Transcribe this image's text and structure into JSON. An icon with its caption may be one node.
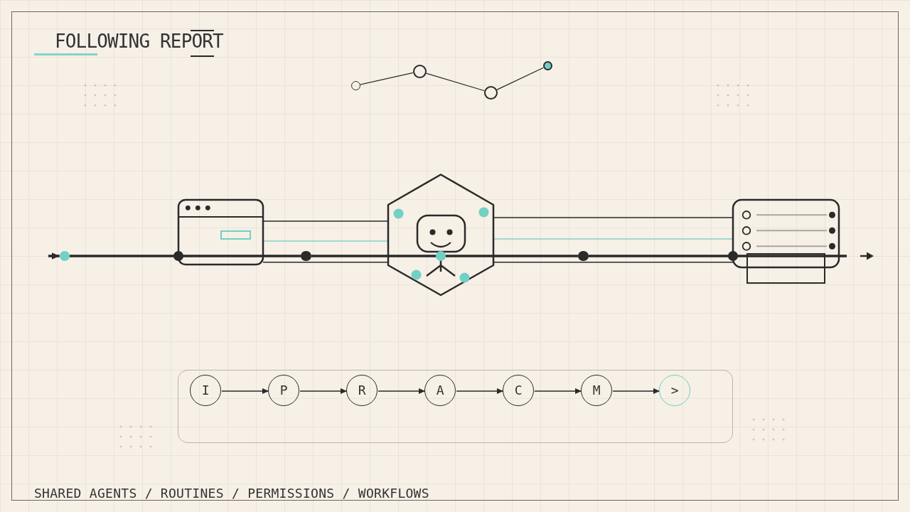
{
  "diagram": {
    "title": "FOLLOWING REPORT",
    "caption": "SHARED AGENTS / ROUTINES / PERMISSIONS / WORKFLOWS",
    "nodes": [
      {
        "text": [],
        "shape": "circle"
      },
      {
        "text": [],
        "shape": "circle"
      },
      {
        "text": [],
        "shape": "circle"
      },
      {
        "text": [],
        "shape": "circle"
      },
      {
        "text": [],
        "shape": "circle"
      },
      {
        "text": [],
        "shape": "picture"
      },
      {
        "text": [],
        "shape": "circle"
      },
      {
        "text": [],
        "shape": "picture"
      },
      {
        "text": [],
        "shape": "circle"
      },
      {
        "text": [],
        "shape": "picture"
      },
      {
        "text": [],
        "shape": "box"
      },
      {
        "text": [
          "I"
        ],
        "in": 10
      },
      {
        "text": [
          "P"
        ],
        "in": 10
      },
      {
        "text": [
          "R"
        ],
        "in": 10
      },
      {
        "text": [
          "A"
        ],
        "in": 10
      },
      {
        "text": [
          "C"
        ],
        "in": 10
      },
      {
        "text": [
          "M"
        ],
        "in": 10
      },
      {
        "text": [
          ">"
        ],
        "in": 10
      }
    ],
    "edges": [
      {
        "from": 0,
        "to": 1,
        "arrow": "none"
      },
      {
        "from": 1,
        "to": 2,
        "arrow": "none"
      },
      {
        "from": 2,
        "to": 3,
        "arrow": "none"
      },
      {
        "from": null,
        "to": 4,
        "arrow": "to",
        "style": "thick"
      },
      {
        "from": 4,
        "to": 5,
        "arrow": "other",
        "style": "thick"
      },
      {
        "from": 5,
        "to": 6,
        "arrow": "none",
        "style": "thick"
      },
      {
        "from": 6,
        "to": 7,
        "arrow": "none",
        "style": "thick"
      },
      {
        "from": 5,
        "to": 7,
        "arrow": "none"
      },
      {
        "from": 5,
        "to": 7,
        "arrow": "none",
        "color": "#86d3c9"
      },
      {
        "from": 5,
        "to": 7,
        "arrow": "none"
      },
      {
        "from": 7,
        "to": 8,
        "arrow": "none",
        "style": "thick"
      },
      {
        "from": 8,
        "to": 9,
        "arrow": "other",
        "style": "thick"
      },
      {
        "from": 7,
        "to": 9,
        "arrow": "none"
      },
      {
        "from": 7,
        "to": 9,
        "arrow": "none",
        "color": "#86d3c9"
      },
      {
        "from": 7,
        "to": 9,
        "arrow": "none"
      },
      {
        "from": 9,
        "to": null,
        "arrow": "none",
        "style": "thick"
      },
      {
        "from": 11,
        "to": 12,
        "arrow": "to"
      },
      {
        "from": 12,
        "to": 13,
        "arrow": "to"
      },
      {
        "from": 13,
        "to": 14,
        "arrow": "to"
      },
      {
        "from": 14,
        "to": 15,
        "arrow": "to"
      },
      {
        "from": 15,
        "to": 16,
        "arrow": "to"
      },
      {
        "from": 16,
        "to": 17,
        "arrow": "to"
      }
    ]
  }
}
